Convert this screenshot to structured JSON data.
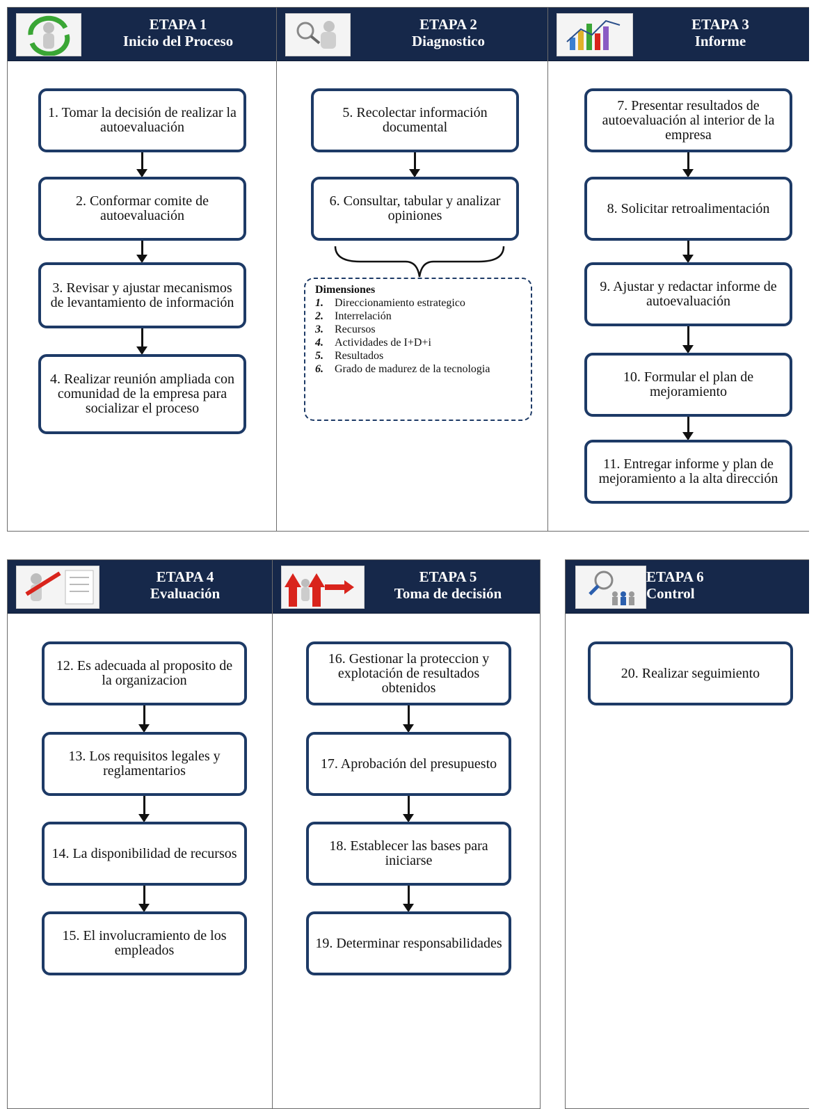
{
  "stages": [
    {
      "title": "ETAPA 1",
      "subtitle": "Inicio del Proceso",
      "icon": "person-cycle-icon",
      "steps": [
        "1. Tomar la decisión de realizar la autoevaluación",
        "2. Conformar comite de autoevaluación",
        "3. Revisar y ajustar mecanismos de levantamiento de información",
        "4. Realizar reunión ampliada con comunidad de la empresa para socializar el proceso"
      ]
    },
    {
      "title": "ETAPA 2",
      "subtitle": "Diagnostico",
      "icon": "magnifier-person-icon",
      "steps": [
        "5. Recolectar información documental",
        "6. Consultar, tabular y analizar opiniones"
      ]
    },
    {
      "title": "ETAPA 3",
      "subtitle": "Informe",
      "icon": "charts-icon",
      "steps": [
        "7. Presentar resultados de autoevaluación al interior de la empresa",
        "8. Solicitar retroalimentación",
        "9. Ajustar y redactar informe de autoevaluación",
        "10. Formular el plan de mejoramiento",
        "11. Entregar informe y plan de mejoramiento a la alta dirección"
      ]
    },
    {
      "title": "ETAPA 4",
      "subtitle": "Evaluación",
      "icon": "checklist-person-icon",
      "steps": [
        "12. Es adecuada al proposito de la organizacion",
        "13. Los requisitos legales y reglamentarios",
        "14. La disponibilidad de recursos",
        "15. El involucramiento de los empleados"
      ]
    },
    {
      "title": "ETAPA 5",
      "subtitle": "Toma de decisión",
      "icon": "decision-arrows-icon",
      "steps": [
        "16. Gestionar la proteccion y explotación de resultados obtenidos",
        "17. Aprobación del presupuesto",
        "18. Establecer las bases para iniciarse",
        "19. Determinar responsabilidades"
      ]
    },
    {
      "title": "ETAPA 6",
      "subtitle": "Control",
      "icon": "magnifier-group-icon",
      "steps": [
        "20. Realizar seguimiento"
      ]
    }
  ],
  "dimensions": {
    "title": "Dimensiones",
    "items": [
      {
        "n": "1.",
        "label": "Direccionamiento estrategico"
      },
      {
        "n": "2.",
        "label": "Interrelación"
      },
      {
        "n": "3.",
        "label": "Recursos"
      },
      {
        "n": "4.",
        "label": "Actividades de I+D+i"
      },
      {
        "n": "5.",
        "label": "Resultados"
      },
      {
        "n": "6.",
        "label": "Grado de madurez de la tecnologia"
      }
    ]
  },
  "colors": {
    "header": "#16284a",
    "box_border": "#1d3a66",
    "accent_red": "#d9241c"
  }
}
